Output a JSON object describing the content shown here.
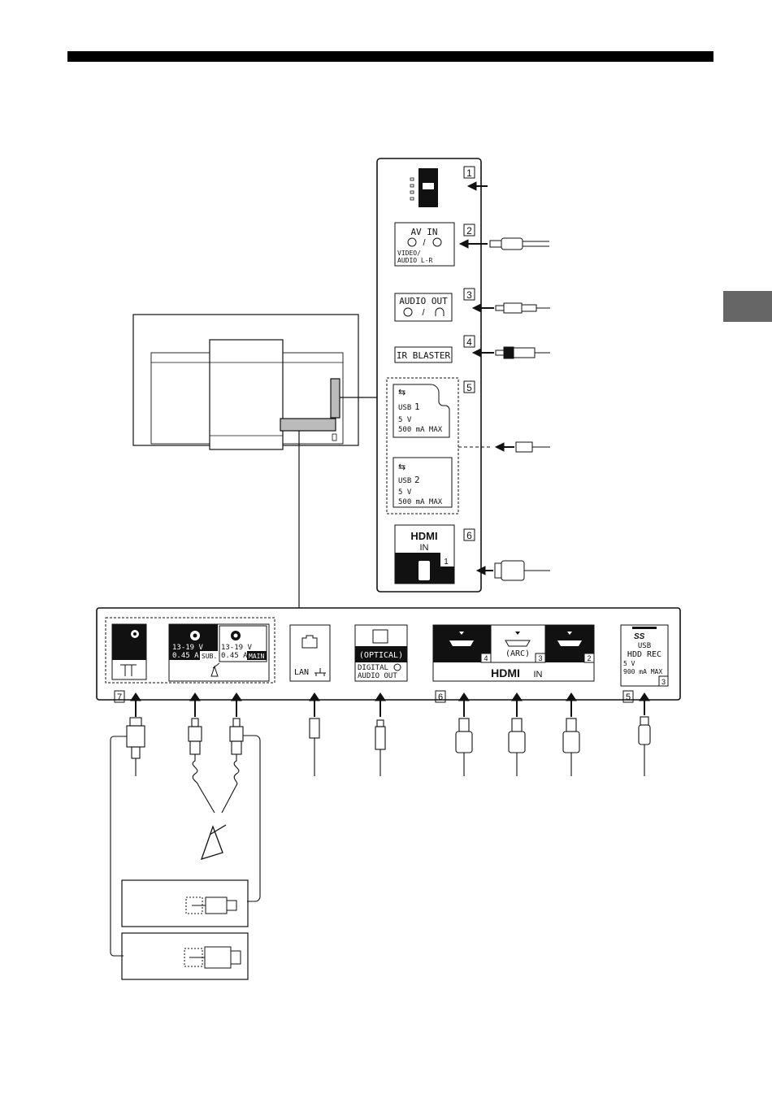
{
  "side_panel": {
    "numbers": [
      "1",
      "2",
      "3",
      "4",
      "5",
      "6"
    ],
    "av_in": {
      "title": "AV IN",
      "symbols": "/",
      "sub1": "VIDEO/",
      "sub2": "AUDIO L-R"
    },
    "audio_out": {
      "title": "AUDIO OUT",
      "symbols": "/"
    },
    "ir_blaster": "IR BLASTER",
    "usb1": {
      "label": "USB",
      "num": "1",
      "volt": "5 V",
      "amp": "500 mA MAX"
    },
    "usb2": {
      "label": "USB",
      "num": "2",
      "volt": "5 V",
      "amp": "500 mA MAX"
    },
    "hdmi1": {
      "logo": "HDMI",
      "in": "IN",
      "num": "1"
    }
  },
  "bottom_panel": {
    "sat_sub": {
      "volt": "13-19 V",
      "amp": "0.45 A",
      "tag": "SUB."
    },
    "sat_main": {
      "volt": "13-19 V",
      "amp": "0.45 A",
      "tag": "MAIN"
    },
    "lan": "LAN",
    "optical": {
      "title": "(OPTICAL)",
      "line1": "DIGITAL",
      "line2": "AUDIO OUT"
    },
    "hdmi": {
      "arc": "(ARC)",
      "nums": [
        "4",
        "3",
        "2"
      ],
      "logo": "HDMI",
      "in": "IN"
    },
    "usb3": {
      "ss": "SS",
      "label": "USB",
      "hdd": "HDD REC",
      "volt": "5 V",
      "amp": "900 mA MAX",
      "num": "3"
    },
    "group_labels": {
      "antenna": "7",
      "hdmi": "6",
      "usb": "5"
    }
  }
}
